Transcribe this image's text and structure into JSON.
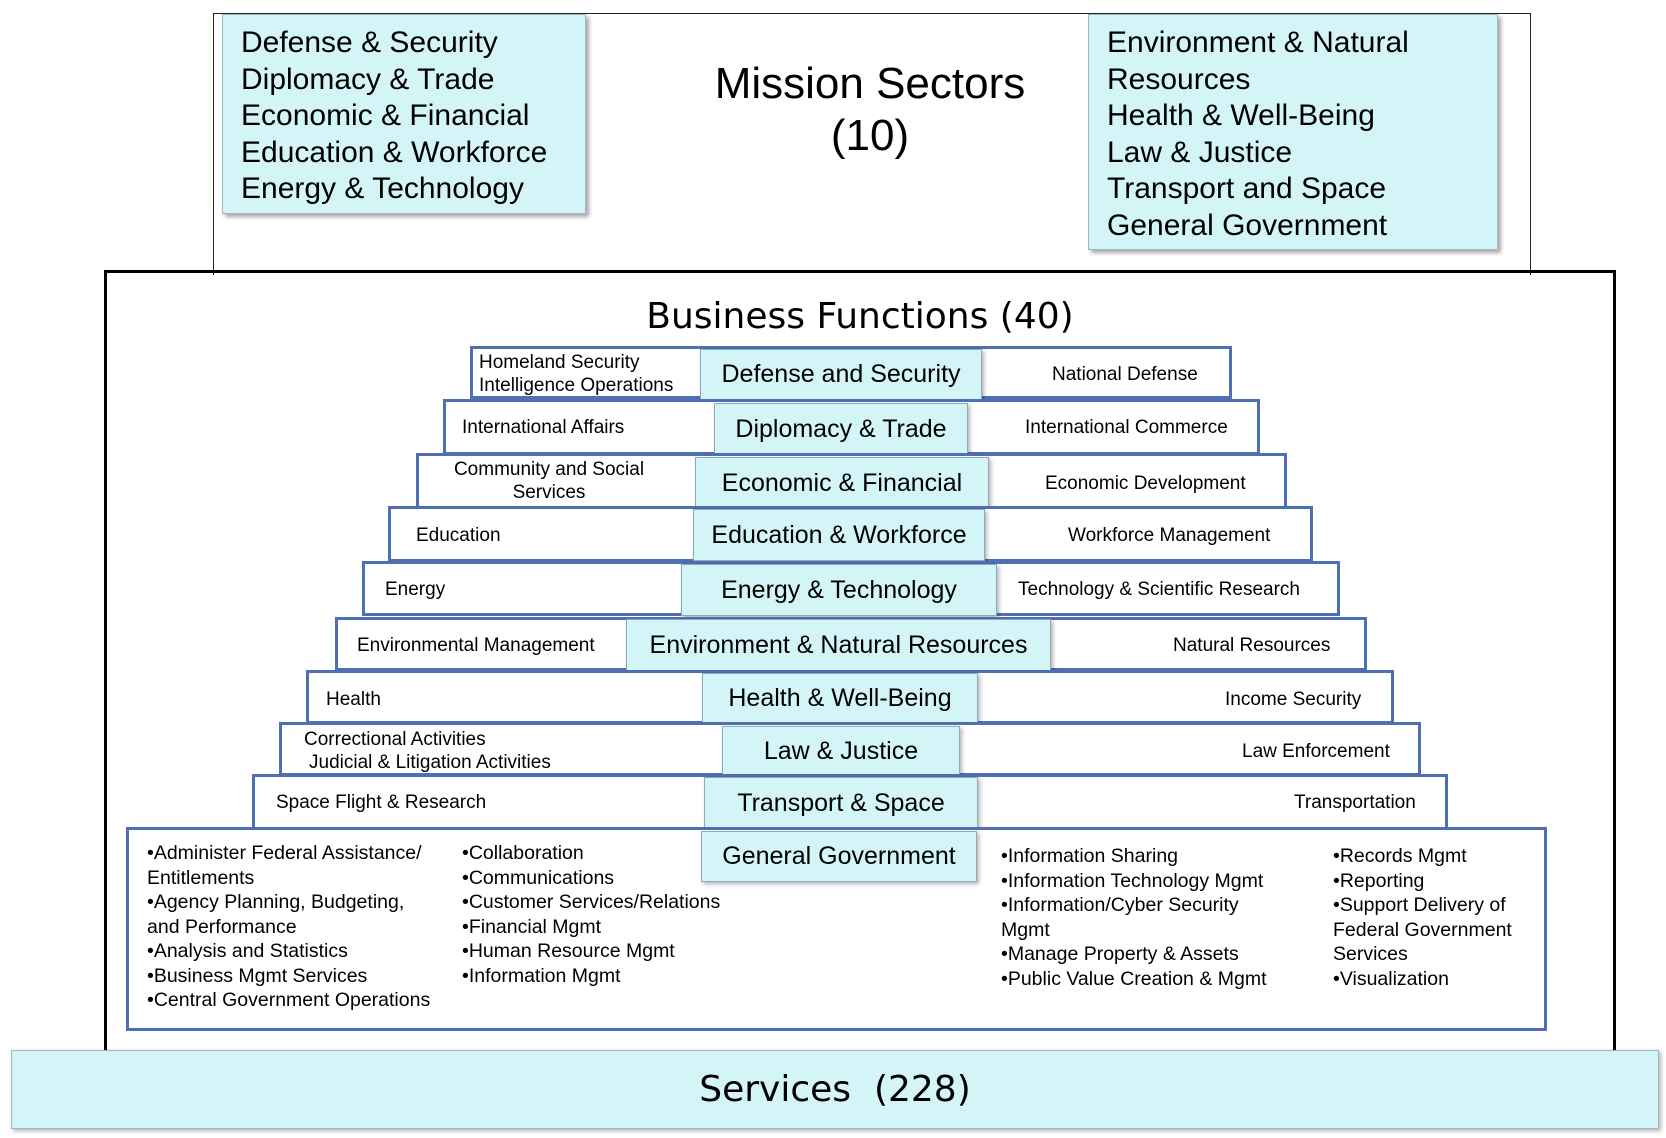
{
  "mission": {
    "title": "Mission Sectors",
    "count": "(10)",
    "left_sectors": [
      "Defense & Security",
      "Diplomacy & Trade",
      "Economic & Financial",
      "Education & Workforce",
      "Energy & Technology"
    ],
    "right_sectors": [
      "Environment & Natural",
      "Resources",
      "Health & Well-Being",
      "Law & Justice",
      "Transport and Space",
      "General Government"
    ]
  },
  "business_functions": {
    "title": "Business Functions (40)",
    "rows": [
      {
        "center": "Defense and Security",
        "left": [
          "Homeland Security",
          "Intelligence Operations"
        ],
        "right": [
          "National Defense"
        ]
      },
      {
        "center": "Diplomacy & Trade",
        "left": [
          "International Affairs"
        ],
        "right": [
          "International Commerce"
        ]
      },
      {
        "center": "Economic & Financial",
        "left": [
          "Community and Social",
          "Services"
        ],
        "right": [
          "Economic Development"
        ]
      },
      {
        "center": "Education & Workforce",
        "left": [
          "Education"
        ],
        "right": [
          "Workforce Management"
        ]
      },
      {
        "center": "Energy & Technology",
        "left": [
          "Energy"
        ],
        "right": [
          "Technology & Scientific Research"
        ]
      },
      {
        "center": "Environment & Natural Resources",
        "left": [
          "Environmental Management"
        ],
        "right": [
          "Natural Resources"
        ]
      },
      {
        "center": "Health & Well-Being",
        "left": [
          "Health"
        ],
        "right": [
          "Income Security"
        ]
      },
      {
        "center": "Law & Justice",
        "left": [
          "Correctional Activities",
          "Judicial & Litigation Activities"
        ],
        "right": [
          "Law Enforcement"
        ]
      },
      {
        "center": "Transport & Space",
        "left": [
          "Space Flight & Research"
        ],
        "right": [
          "Transportation"
        ]
      }
    ],
    "general_government": {
      "center": "General Government",
      "col1": [
        "•Administer Federal Assistance/",
        "Entitlements",
        "•Agency Planning, Budgeting,",
        "and Performance",
        "•Analysis and Statistics",
        "•Business Mgmt Services",
        "•Central Government Operations"
      ],
      "col2": [
        "•Collaboration",
        "•Communications",
        "•Customer Services/Relations",
        "•Financial Mgmt",
        "•Human Resource Mgmt",
        "•Information Mgmt"
      ],
      "col3": [
        "•Information Sharing",
        "•Information Technology Mgmt",
        "•Information/Cyber Security",
        "Mgmt",
        "•Manage Property & Assets",
        "•Public Value Creation & Mgmt"
      ],
      "col4": [
        "•Records Mgmt",
        "•Reporting",
        "•Support Delivery of",
        "Federal Government",
        "Services",
        "•Visualization"
      ]
    }
  },
  "services": {
    "label": "Services  (228)"
  }
}
